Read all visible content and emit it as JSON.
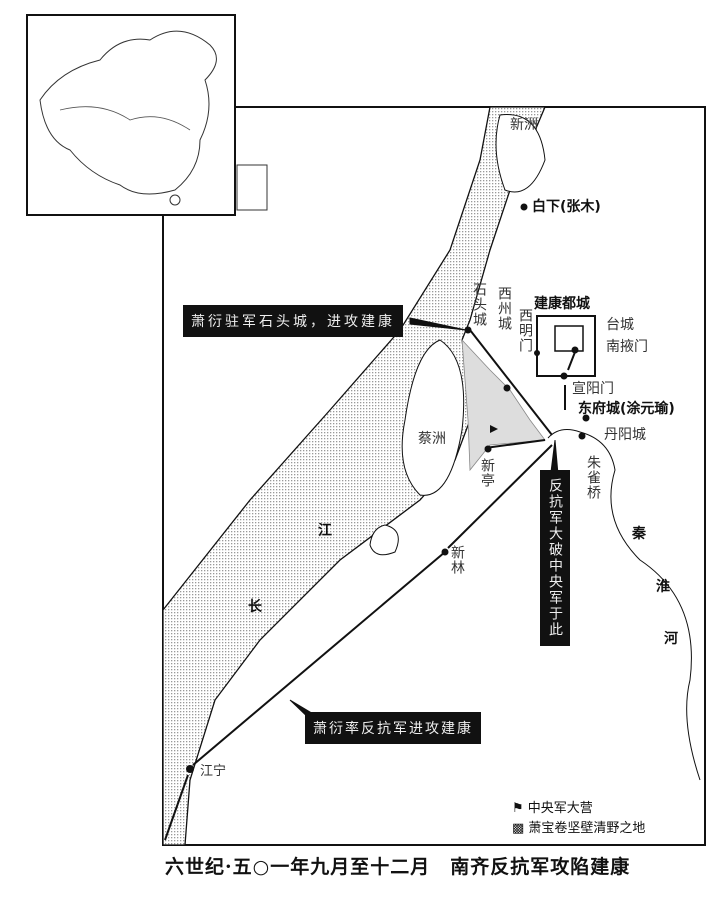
{
  "title": "六世纪·五○一年九月至十二月　南齐反抗军攻陷建康",
  "places": {
    "xinzhou": "新洲",
    "baixia": "白下(张木)",
    "shitoucheng": "石头城",
    "xizhoucheng": "西州城",
    "ximingmen": "西明门",
    "jiankang": "建康都城",
    "taicheng": "台城",
    "nanyemen": "南掖门",
    "xuanyangmen": "宣阳门",
    "dongfucheng": "东府城(涂元瑜)",
    "danyangcheng": "丹阳城",
    "zhuqueqiao": "朱雀桥",
    "caizhou": "蔡洲",
    "xinting": "新亭",
    "xinlin": "新林",
    "jiangning": "江宁",
    "chang": "长",
    "jiang": "江",
    "qin": "秦",
    "huai": "淮",
    "he": "河"
  },
  "callouts": {
    "shitou": "萧衍驻军石头城，进攻建康",
    "advance": "萧衍率反抗军进攻建康",
    "defeat": "反抗军大破中央军于此"
  },
  "legend": {
    "camp": "中央军大营",
    "scorched": "萧宝卷坚壁清野之地"
  }
}
